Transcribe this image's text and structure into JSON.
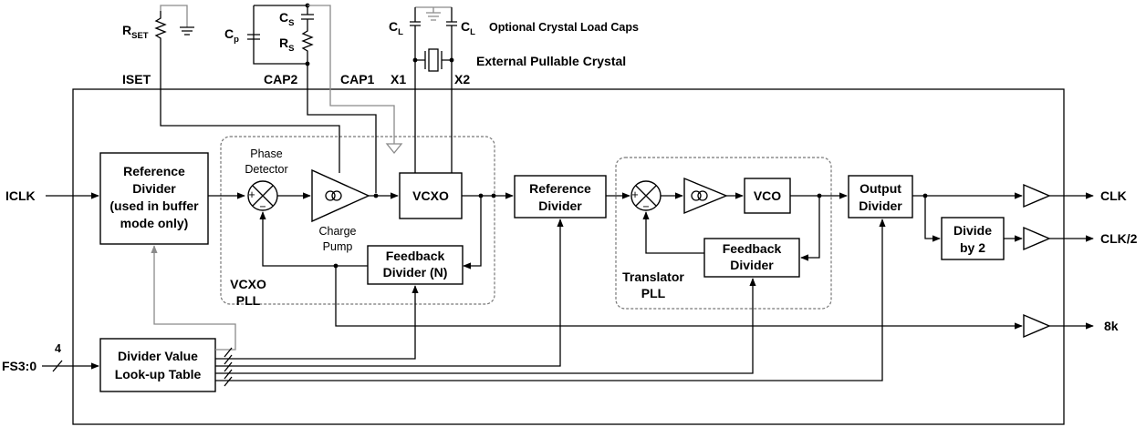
{
  "pins": {
    "iclk": "ICLK",
    "fs": "FS3:0",
    "fs_bus_width": "4",
    "clk": "CLK",
    "clk2": "CLK/2",
    "out8k": "8k",
    "iset": "ISET",
    "cap2": "CAP2",
    "cap1": "CAP1",
    "x1": "X1",
    "x2": "X2"
  },
  "external": {
    "rset_main": "R",
    "rset_sub": "SET",
    "cp_main": "C",
    "cp_sub": "p",
    "cs_main": "C",
    "cs_sub": "S",
    "rs_main": "R",
    "rs_sub": "S",
    "cl_main": "C",
    "cl_sub": "L",
    "load_caps": "Optional Crystal Load Caps",
    "crystal": "External Pullable Crystal"
  },
  "blocks": {
    "ref_div_1": [
      "Reference",
      "Divider",
      "(used in buffer",
      "mode only)"
    ],
    "phase_detector": [
      "Phase",
      "Detector"
    ],
    "charge_pump": [
      "Charge",
      "Pump"
    ],
    "vcxo": "VCXO",
    "fb_div_n": [
      "Feedback",
      "Divider (N)"
    ],
    "vcxo_pll": [
      "VCXO",
      "PLL"
    ],
    "ref_div_2": [
      "Reference",
      "Divider"
    ],
    "vco": "VCO",
    "fb_div_2": [
      "Feedback",
      "Divider"
    ],
    "translator_pll": [
      "Translator",
      "PLL"
    ],
    "output_div": [
      "Output",
      "Divider"
    ],
    "divide_by_2": [
      "Divide",
      "by 2"
    ],
    "lut": [
      "Divider Value",
      "Look-up Table"
    ]
  },
  "symbols": {
    "sum_plus": "+",
    "sum_minus": "−"
  }
}
